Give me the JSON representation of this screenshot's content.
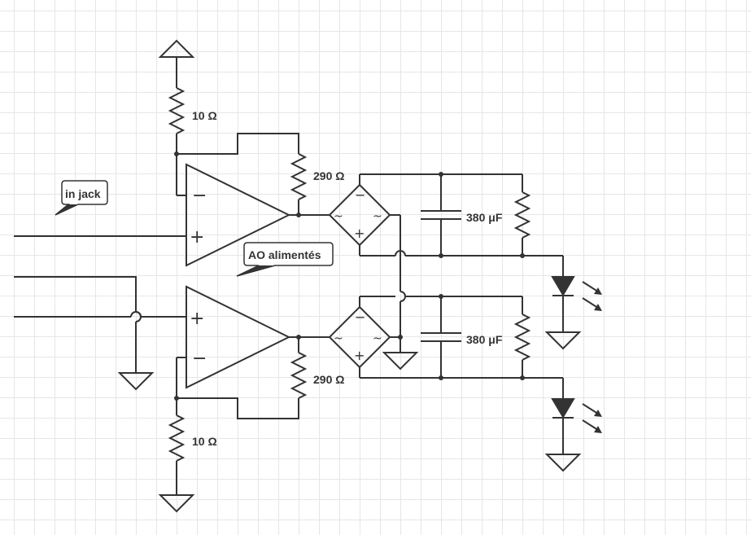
{
  "callouts": {
    "in_jack": "in jack",
    "ao_alimentes": "AO alimentés"
  },
  "labels": {
    "r_top_10": "10 Ω",
    "r_top_290": "290 Ω",
    "c_top": "380 μF",
    "c_bottom": "380 μF",
    "r_bottom_290": "290 Ω",
    "r_bottom_10": "10 Ω"
  },
  "symbols": {
    "minus": "−",
    "plus": "+",
    "tilde": "~"
  },
  "colors": {
    "wire": "#333333",
    "grid": "#e6e6e6",
    "background": "#ffffff"
  }
}
